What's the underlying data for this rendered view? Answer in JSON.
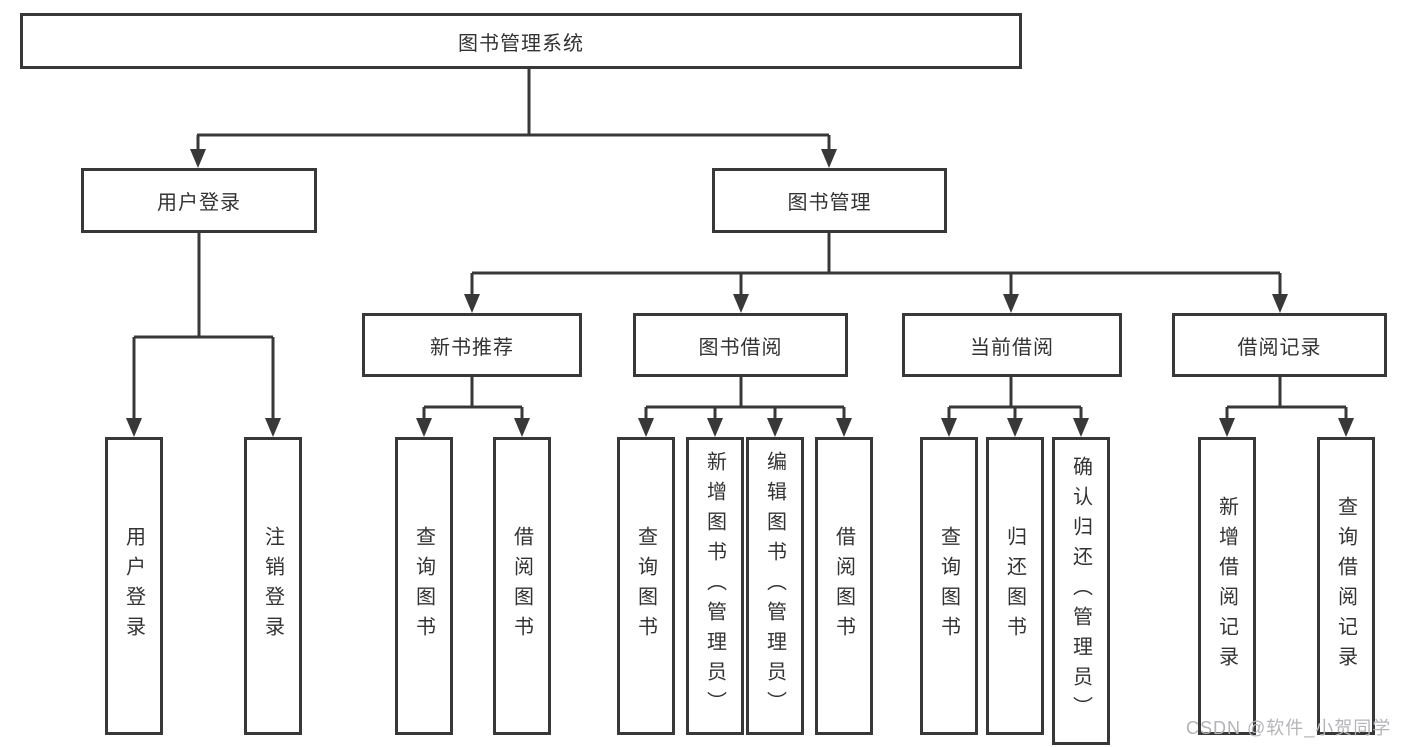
{
  "tree": {
    "root": {
      "label": "图书管理系统",
      "children": [
        {
          "id": "user-login-group",
          "label": "用户登录",
          "children": [
            {
              "id": "user-login",
              "label": "用户登录"
            },
            {
              "id": "logout",
              "label": "注销登录"
            }
          ]
        },
        {
          "id": "book-management",
          "label": "图书管理",
          "children": [
            {
              "id": "new-book-recommend",
              "label": "新书推荐",
              "children": [
                {
                  "id": "query-book",
                  "label": "查询图书"
                },
                {
                  "id": "borrow-book",
                  "label": "借阅图书"
                }
              ]
            },
            {
              "id": "book-borrowing",
              "label": "图书借阅",
              "children": [
                {
                  "id": "query-book",
                  "label": "查询图书"
                },
                {
                  "id": "add-book-admin",
                  "label": "新增图书（管理员）"
                },
                {
                  "id": "edit-book-admin",
                  "label": "编辑图书（管理员）"
                },
                {
                  "id": "borrow-book",
                  "label": "借阅图书"
                }
              ]
            },
            {
              "id": "current-borrowing",
              "label": "当前借阅",
              "children": [
                {
                  "id": "query-book",
                  "label": "查询图书"
                },
                {
                  "id": "return-book",
                  "label": "归还图书"
                },
                {
                  "id": "confirm-return-admin",
                  "label": "确认归还（管理员）"
                }
              ]
            },
            {
              "id": "borrowing-records",
              "label": "借阅记录",
              "children": [
                {
                  "id": "add-borrow-record",
                  "label": "新增借阅记录"
                },
                {
                  "id": "query-borrow-record",
                  "label": "查询借阅记录"
                }
              ]
            }
          ]
        }
      ]
    }
  },
  "watermark": "CSDN @软件_小贺同学",
  "colors": {
    "line": "#383838",
    "node_border": "#383838",
    "text": "#333333",
    "watermark": "#b4b4b8",
    "background": "#ffffff"
  }
}
